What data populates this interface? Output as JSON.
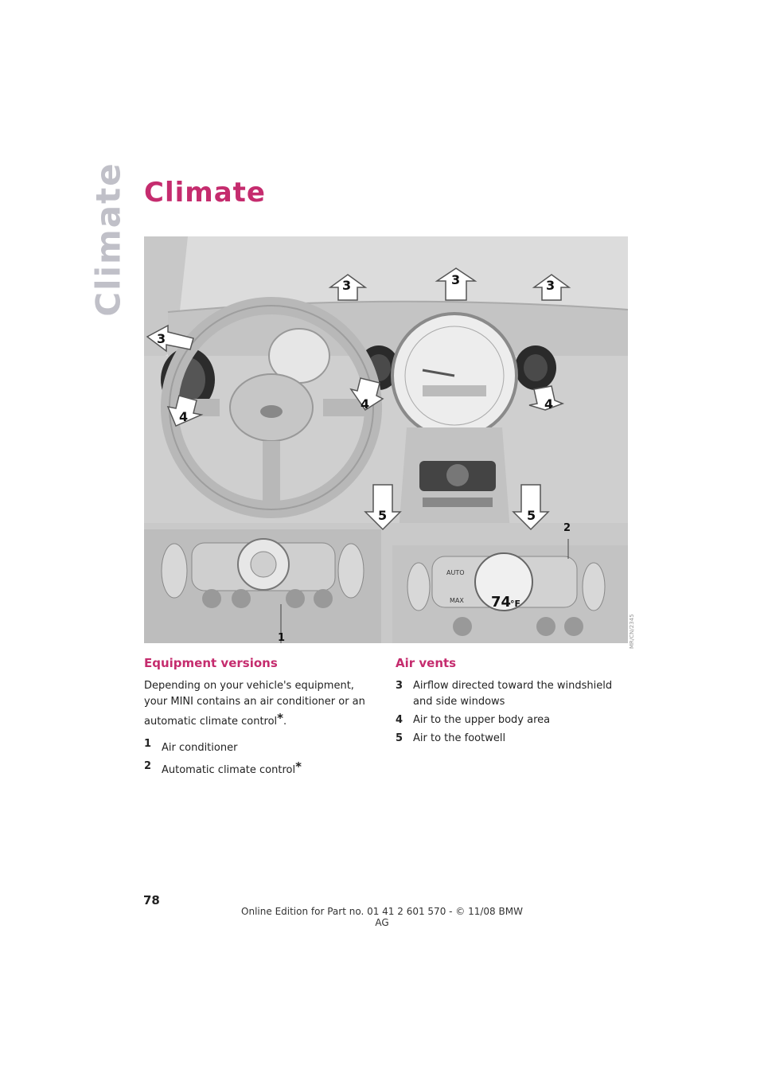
{
  "section_tab": "Climate",
  "page_title": "Climate",
  "figure": {
    "callouts": [
      "3",
      "3",
      "3",
      "3",
      "4",
      "4",
      "4",
      "5",
      "5",
      "1",
      "2"
    ],
    "panel_labels": {
      "auto": "AUTO",
      "max": "MAX",
      "temp": "74",
      "temp_unit": "°F"
    },
    "image_code": "MR/CN/2345"
  },
  "equipment": {
    "heading": "Equipment versions",
    "text": "Depending on your vehicle's equipment, your MINI contains an air conditioner or an automatic climate control",
    "star": "*",
    "period": ".",
    "items": [
      {
        "num": "1",
        "text": "Air conditioner",
        "star": ""
      },
      {
        "num": "2",
        "text": "Automatic climate control",
        "star": "*"
      }
    ]
  },
  "vents": {
    "heading": "Air vents",
    "items": [
      {
        "num": "3",
        "text": "Airflow directed toward the windshield and side windows"
      },
      {
        "num": "4",
        "text": "Air to the upper body area"
      },
      {
        "num": "5",
        "text": "Air to the footwell"
      }
    ]
  },
  "page_number": "78",
  "footer": "Online Edition for Part no. 01 41 2 601 570 - © 11/08 BMW AG",
  "colors": {
    "accent": "#c52c6e",
    "tab": "#c0c0c8"
  }
}
